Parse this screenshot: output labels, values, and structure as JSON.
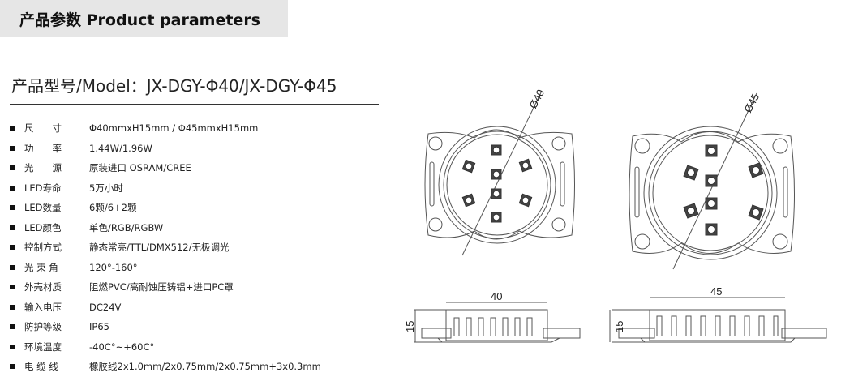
{
  "header": {
    "title": "产品参数  Product parameters"
  },
  "model": {
    "text": "产品型号/Model：JX-DGY-Φ40/JX-DGY-Φ45"
  },
  "specs": [
    {
      "label": "尺　　寸",
      "value": "Φ40mmxH15mm / Φ45mmxH15mm"
    },
    {
      "label": "功　　率",
      "value": "1.44W/1.96W"
    },
    {
      "label": "光　　源",
      "value": "原装进口 OSRAM/CREE"
    },
    {
      "label": "LED寿命",
      "value": "5万小时"
    },
    {
      "label": "LED数量",
      "value": "6颗/6+2颗"
    },
    {
      "label": "LED颜色",
      "value": "单色/RGB/RGBW"
    },
    {
      "label": "控制方式",
      "value": "静态常亮/TTL/DMX512/无极调光"
    },
    {
      "label": "光 束 角",
      "value": "120°-160°"
    },
    {
      "label": "外壳材质",
      "value": "阻燃PVC/高耐蚀压铸铝+进口PC罩"
    },
    {
      "label": "输入电压",
      "value": "DC24V"
    },
    {
      "label": "防护等级",
      "value": "IP65"
    },
    {
      "label": "环境温度",
      "value": "-40C°~+60C°"
    },
    {
      "label": "电 缆 线",
      "value": "橡胶线2x1.0mm/2x0.75mm/2x0.75mm+3x0.3mm"
    }
  ],
  "drawings": {
    "d1": "Ø40",
    "d2": "Ø45",
    "w1": "40",
    "w2": "45",
    "h1": "15",
    "h2": "15"
  }
}
